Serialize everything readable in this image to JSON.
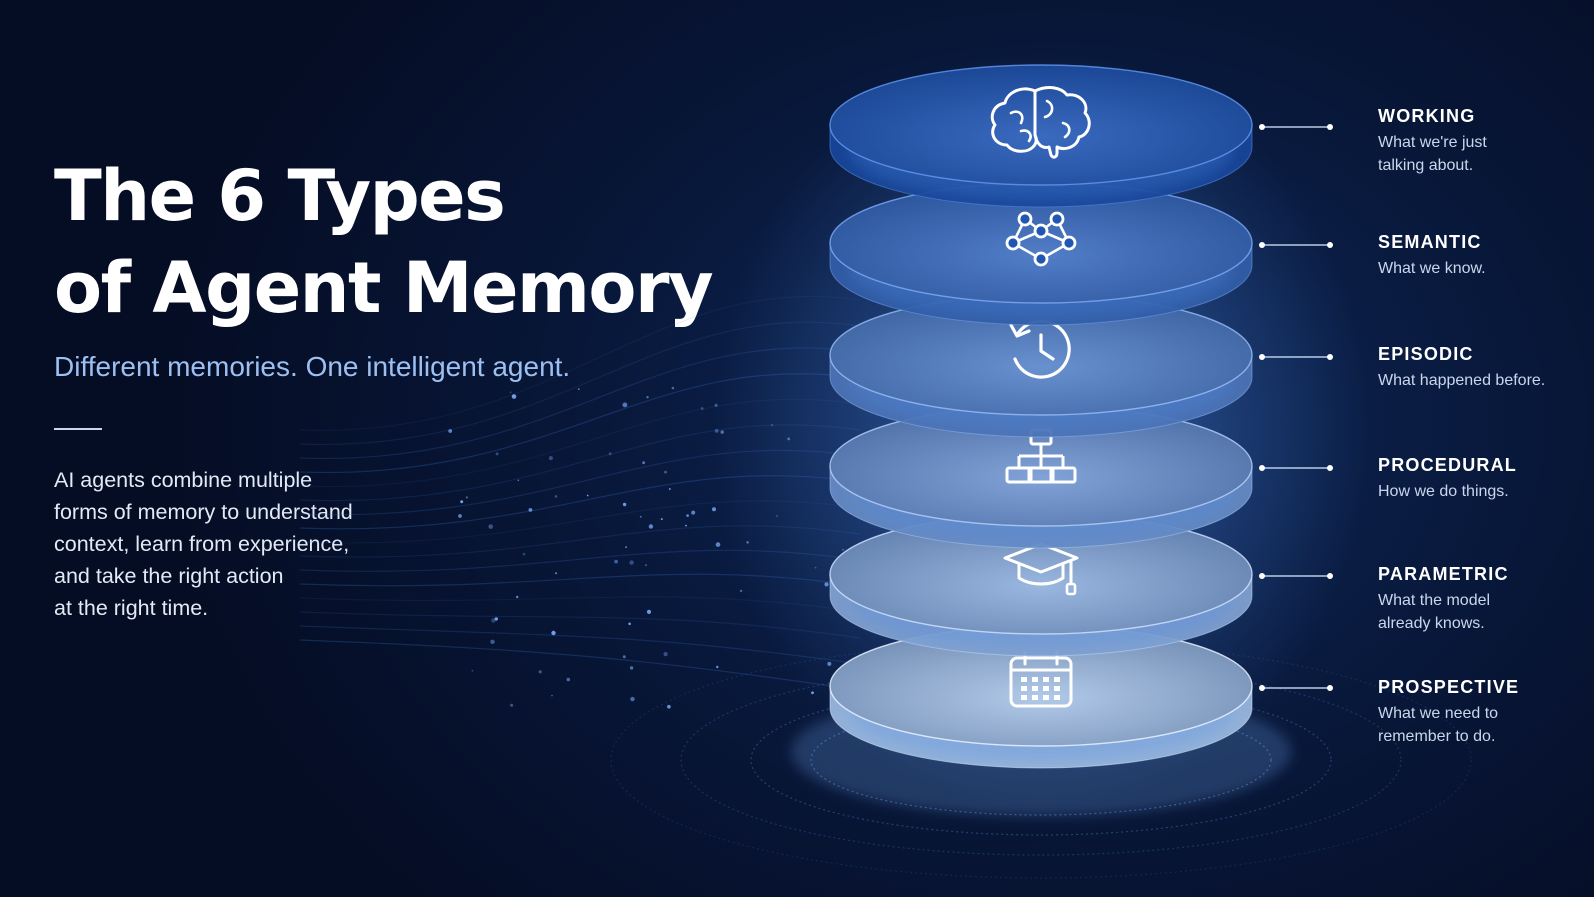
{
  "heading": {
    "title_lines": [
      "The 6 Types",
      "of Agent Memory"
    ],
    "subtitle": "Different memories. One intelligent agent.",
    "body_lines": [
      "AI agents combine multiple",
      "forms of memory to understand",
      "context, learn from experience,",
      "and take the right action",
      "at the right time."
    ]
  },
  "layers": [
    {
      "icon": "brain-icon",
      "name": "WORKING",
      "desc_lines": [
        "What we're just",
        "talking about."
      ]
    },
    {
      "icon": "network-nodes-icon",
      "name": "SEMANTIC",
      "desc_lines": [
        "What we know."
      ]
    },
    {
      "icon": "clock-history-icon",
      "name": "EPISODIC",
      "desc_lines": [
        "What happened before."
      ]
    },
    {
      "icon": "flowchart-icon",
      "name": "PROCEDURAL",
      "desc_lines": [
        "How we do things."
      ]
    },
    {
      "icon": "graduation-cap-icon",
      "name": "PARAMETRIC",
      "desc_lines": [
        "What the model",
        "already knows."
      ]
    },
    {
      "icon": "calendar-icon",
      "name": "PROSPECTIVE",
      "desc_lines": [
        "What we need to",
        "remember to do."
      ]
    }
  ],
  "colors": {
    "background": "#071433",
    "accent": "#9cc0f2",
    "layer_top": "#1f56b6",
    "layer_bottom": "#a7c3e6",
    "connector": "#b9cbe6"
  }
}
